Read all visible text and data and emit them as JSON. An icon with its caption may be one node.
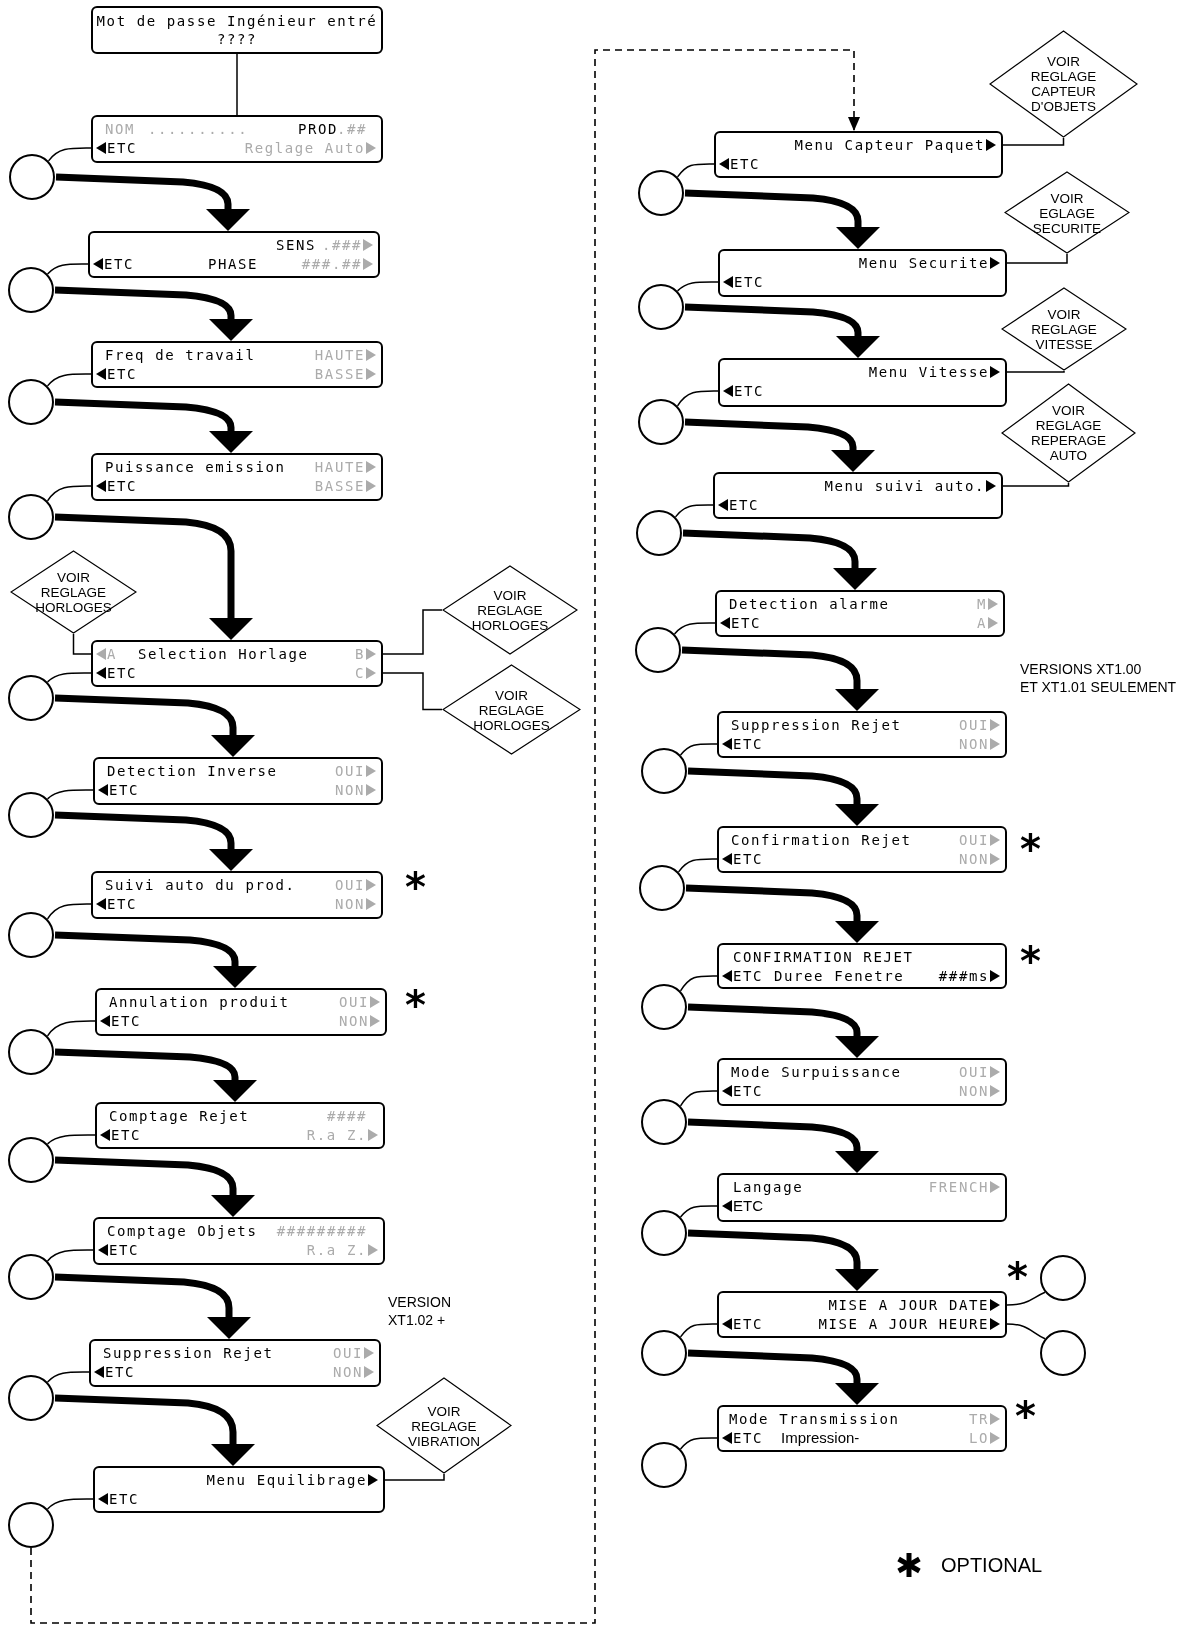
{
  "diagram": {
    "nodes": [
      {
        "text": [
          "Mot de passe Ingénieur entré",
          "????"
        ]
      },
      {
        "text": [
          "NOM",
          "..........",
          "PROD",
          ".##",
          "ETC",
          "Reglage Auto"
        ]
      },
      {
        "text": [],
        "shape": "circle"
      },
      {
        "text": [
          "SENS",
          ".###",
          "ETC",
          "PHASE",
          "###.##"
        ]
      },
      {
        "text": [],
        "shape": "circle"
      },
      {
        "text": [
          "Freq de travail",
          "HAUTE",
          "ETC",
          "BASSE"
        ]
      },
      {
        "text": [],
        "shape": "circle"
      },
      {
        "text": [
          "Puissance emission",
          "HAUTE",
          "ETC",
          "BASSE"
        ]
      },
      {
        "text": [],
        "shape": "circle"
      },
      {
        "text": [
          "VOIR REGLAGE HORLOGES"
        ]
      },
      {
        "text": [
          "A",
          "Selection Horlage",
          "B",
          "ETC",
          "C"
        ]
      },
      {
        "text": [
          "VOIR REGLAGE HORLOGES"
        ]
      },
      {
        "text": [
          "VOIR REGLAGE HORLOGES"
        ]
      },
      {
        "text": [],
        "shape": "circle"
      },
      {
        "text": [
          "Detection Inverse",
          "OUI",
          "ETC",
          "NON"
        ]
      },
      {
        "text": [],
        "shape": "circle"
      },
      {
        "text": [
          "Suivi auto du prod.",
          "OUI",
          "ETC",
          "NON"
        ],
        "beside": [
          "*"
        ]
      },
      {
        "text": [],
        "shape": "circle"
      },
      {
        "text": [
          "Annulation produit",
          "OUI",
          "ETC",
          "NON"
        ],
        "beside": [
          "*"
        ]
      },
      {
        "text": [],
        "shape": "circle"
      },
      {
        "text": [
          "Comptage Rejet",
          "####",
          "ETC",
          "R.a Z."
        ]
      },
      {
        "text": [],
        "shape": "circle"
      },
      {
        "text": [
          "Comptage Objets",
          "#########",
          "ETC",
          "R.a Z."
        ]
      },
      {
        "text": [],
        "shape": "circle"
      },
      {
        "text": [
          "Suppression Rejet",
          "OUI",
          "ETC",
          "NON"
        ]
      },
      {
        "text": [],
        "shape": "circle"
      },
      {
        "text": [
          "VOIR REGLAGE VIBRATION"
        ]
      },
      {
        "text": [
          "Menu Equilibrage",
          "ETC"
        ]
      },
      {
        "text": [],
        "shape": "circle"
      },
      {
        "text": [
          "VOIR REGLAGE CAPTEUR D'OBJETS"
        ]
      },
      {
        "text": [
          "Menu Capteur Paquet",
          "ETC"
        ]
      },
      {
        "text": [],
        "shape": "circle"
      },
      {
        "text": [
          "VOIR EGLAGE SECURITE"
        ]
      },
      {
        "text": [
          "Menu Securite",
          "ETC"
        ]
      },
      {
        "text": [],
        "shape": "circle"
      },
      {
        "text": [
          "VOIR REGLAGE VITESSE"
        ]
      },
      {
        "text": [
          "Menu Vitesse",
          "ETC"
        ]
      },
      {
        "text": [],
        "shape": "circle"
      },
      {
        "text": [
          "VOIR REGLAGE REPERAGE AUTO"
        ]
      },
      {
        "text": [
          "Menu suivi auto.",
          "ETC"
        ]
      },
      {
        "text": [],
        "shape": "circle"
      },
      {
        "text": [
          "Detection alarme",
          "M",
          "ETC",
          "A"
        ]
      },
      {
        "text": [],
        "shape": "circle"
      },
      {
        "text": [
          "Suppression Rejet",
          "OUI",
          "ETC",
          "NON"
        ]
      },
      {
        "text": [],
        "shape": "circle"
      },
      {
        "text": [
          "Confirmation Rejet",
          "OUI",
          "ETC",
          "NON"
        ],
        "beside": [
          "*"
        ]
      },
      {
        "text": [],
        "shape": "circle"
      },
      {
        "text": [
          "CONFIRMATION REJET",
          "ETC",
          "Duree Fenetre",
          "###ms"
        ],
        "beside": [
          "*"
        ]
      },
      {
        "text": [],
        "shape": "circle"
      },
      {
        "text": [
          "Mode Surpuissance",
          "OUI",
          "ETC",
          "NON"
        ]
      },
      {
        "text": [],
        "shape": "circle"
      },
      {
        "text": [
          "Langage",
          "FRENCH",
          "ETC"
        ]
      },
      {
        "text": [],
        "shape": "circle"
      },
      {
        "text": [
          "MISE A JOUR DATE",
          "ETC",
          "MISE A JOUR HEURE"
        ],
        "beside": [
          "*"
        ]
      },
      {
        "text": [],
        "shape": "circle"
      },
      {
        "text": [],
        "shape": "circle"
      },
      {
        "text": [],
        "shape": "circle"
      },
      {
        "text": [
          "Mode Transmission",
          "TR",
          "ETC",
          "Impression-",
          "LO"
        ],
        "beside": [
          "*"
        ]
      },
      {
        "text": [],
        "shape": "circle"
      }
    ],
    "edges": [
      {
        "from": 0,
        "to": 1,
        "arrow": "none"
      },
      {
        "from": 2,
        "to": 1,
        "arrow": "none"
      },
      {
        "from": 2,
        "to": 3,
        "arrow": "to",
        "style": "thick"
      },
      {
        "from": 4,
        "to": 3,
        "arrow": "none"
      },
      {
        "from": 4,
        "to": 5,
        "arrow": "to",
        "style": "thick"
      },
      {
        "from": 6,
        "to": 5,
        "arrow": "none"
      },
      {
        "from": 6,
        "to": 7,
        "arrow": "to",
        "style": "thick"
      },
      {
        "from": 8,
        "to": 7,
        "arrow": "none"
      },
      {
        "from": 8,
        "to": 10,
        "arrow": "to",
        "style": "thick"
      },
      {
        "from": 10,
        "to": 9,
        "arrow": "none"
      },
      {
        "from": 10,
        "to": 11,
        "arrow": "none"
      },
      {
        "from": 10,
        "to": 12,
        "arrow": "none"
      },
      {
        "from": 13,
        "to": 10,
        "arrow": "none"
      },
      {
        "from": 13,
        "to": 14,
        "arrow": "to",
        "style": "thick"
      },
      {
        "from": 15,
        "to": 14,
        "arrow": "none"
      },
      {
        "from": 15,
        "to": 16,
        "arrow": "to",
        "style": "thick"
      },
      {
        "from": 17,
        "to": 16,
        "arrow": "none"
      },
      {
        "from": 17,
        "to": 18,
        "arrow": "to",
        "style": "thick"
      },
      {
        "from": 19,
        "to": 18,
        "arrow": "none"
      },
      {
        "from": 19,
        "to": 20,
        "arrow": "to",
        "style": "thick"
      },
      {
        "from": 21,
        "to": 20,
        "arrow": "none"
      },
      {
        "from": 21,
        "to": 22,
        "arrow": "to",
        "style": "thick"
      },
      {
        "from": 23,
        "to": 22,
        "arrow": "none"
      },
      {
        "from": 23,
        "to": 24,
        "arrow": "to",
        "style": "thick"
      },
      {
        "from": 25,
        "to": 24,
        "arrow": "none"
      },
      {
        "from": 25,
        "to": 27,
        "arrow": "to",
        "style": "thick"
      },
      {
        "from": 27,
        "to": 26,
        "arrow": "none"
      },
      {
        "from": 28,
        "to": 27,
        "arrow": "none"
      },
      {
        "from": 28,
        "to": 30,
        "arrow": "to",
        "style": "dashed"
      },
      {
        "from": 30,
        "to": 29,
        "arrow": "none"
      },
      {
        "from": 31,
        "to": 30,
        "arrow": "none"
      },
      {
        "from": 31,
        "to": 33,
        "arrow": "to",
        "style": "thick"
      },
      {
        "from": 33,
        "to": 32,
        "arrow": "none"
      },
      {
        "from": 34,
        "to": 33,
        "arrow": "none"
      },
      {
        "from": 34,
        "to": 36,
        "arrow": "to",
        "style": "thick"
      },
      {
        "from": 36,
        "to": 35,
        "arrow": "none"
      },
      {
        "from": 37,
        "to": 36,
        "arrow": "none"
      },
      {
        "from": 37,
        "to": 39,
        "arrow": "to",
        "style": "thick"
      },
      {
        "from": 39,
        "to": 38,
        "arrow": "none"
      },
      {
        "from": 40,
        "to": 39,
        "arrow": "none"
      },
      {
        "from": 40,
        "to": 41,
        "arrow": "to",
        "style": "thick"
      },
      {
        "from": 42,
        "to": 41,
        "arrow": "none"
      },
      {
        "from": 42,
        "to": 43,
        "arrow": "to",
        "style": "thick"
      },
      {
        "from": 44,
        "to": 43,
        "arrow": "none"
      },
      {
        "from": 44,
        "to": 45,
        "arrow": "to",
        "style": "thick"
      },
      {
        "from": 46,
        "to": 45,
        "arrow": "none"
      },
      {
        "from": 46,
        "to": 47,
        "arrow": "to",
        "style": "thick"
      },
      {
        "from": 48,
        "to": 47,
        "arrow": "none"
      },
      {
        "from": 48,
        "to": 49,
        "arrow": "to",
        "style": "thick"
      },
      {
        "from": 50,
        "to": 49,
        "arrow": "none"
      },
      {
        "from": 50,
        "to": 51,
        "arrow": "to",
        "style": "thick"
      },
      {
        "from": 52,
        "to": 51,
        "arrow": "none"
      },
      {
        "from": 52,
        "to": 53,
        "arrow": "to",
        "style": "thick"
      },
      {
        "from": 53,
        "to": 54,
        "arrow": "none"
      },
      {
        "from": 53,
        "to": 56,
        "arrow": "none"
      },
      {
        "from": 55,
        "to": 53,
        "arrow": "none"
      },
      {
        "from": 55,
        "to": 57,
        "arrow": "to",
        "style": "thick"
      },
      {
        "from": 58,
        "to": 57,
        "arrow": "none"
      }
    ],
    "labels": [
      "VERSION",
      "XT1.02 +",
      "VERSIONS XT1.00",
      "ET XT1.01 SEULEMENT"
    ],
    "legend": [
      {
        "text": "OPTIONAL"
      }
    ]
  }
}
